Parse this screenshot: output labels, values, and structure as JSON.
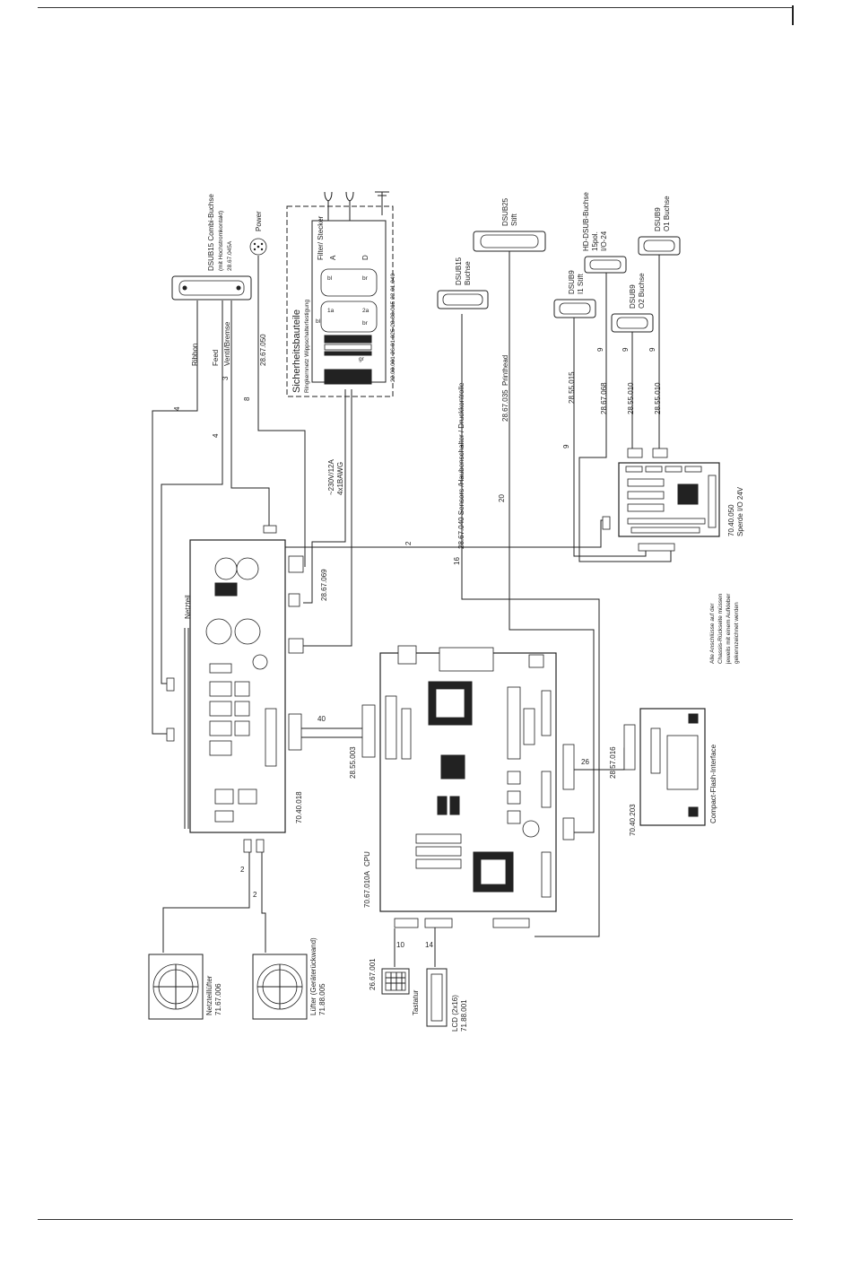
{
  "doc": {
    "type": "wiring-diagram"
  },
  "components": {
    "dsub15_combi": {
      "title": "DSUB15 Combi-Buchse",
      "sub": "(mit Hochstromkontakt)",
      "part": "28.67.045A"
    },
    "power": {
      "label": "Power"
    },
    "safety": {
      "title": "Sicherheitsbauteile",
      "sub": "Ringkernnetz Wippschalterfestigung",
      "codes": "22.08.001  26.01.025 28.88.015 23.01.040",
      "filter": "Filter/ Stecker",
      "pin_a": "A",
      "pin_d": "D",
      "bl1": "bl",
      "br1": "br",
      "bl2": "bl",
      "br2": "br",
      "gr": "gr",
      "pin_1a": "1a",
      "pin_2a": "2a"
    },
    "dsub15": {
      "title": "DSUB15",
      "sub": "Buchse"
    },
    "dsub25": {
      "title": "DSUB25",
      "sub": "Stift"
    },
    "dsub9_i1": {
      "title": "DSUB9",
      "sub": "I1  Stift"
    },
    "hd_dsub": {
      "title": "HD-DSUB-Buchse",
      "sub1": "15pol.",
      "sub2": "I/O-24"
    },
    "dsub9_o2": {
      "title": "DSUB9",
      "sub": "O2  Buchse"
    },
    "dsub9_o1": {
      "title": "DSUB9",
      "sub": "O1  Buchse"
    },
    "io_board": {
      "part": "70.40.050",
      "name": "Sperde I/O 24V"
    },
    "psu": {
      "name": "Netzteil",
      "part": "70.40.018"
    },
    "cpu": {
      "name": "CPU",
      "part": "70.67.010A"
    },
    "cf": {
      "part": "70.40.203",
      "name": "Compact-Flash-Interface"
    },
    "fan1": {
      "name": "Netzteillüfter",
      "part": "71.67.006"
    },
    "fan2": {
      "name": "Lüfter (Geräterückwand)",
      "part": "71.88.005"
    },
    "keypad": {
      "part": "26.67.001",
      "name": "Tastatur"
    },
    "lcd": {
      "name": "LCD (2x16)",
      "part": "71.88.001"
    }
  },
  "wires": {
    "ribbon": "Ribbon",
    "feed": "Feed",
    "ventil": "Ventil/Bremse",
    "w4a": "4",
    "w4b": "4",
    "w3": "3",
    "w8": "8",
    "w28_67_050": "28.67.050",
    "mains": "~230V/12A",
    "mains2": "4x1BAWG",
    "w28_67_069": "28.67.069",
    "w2": "2",
    "w16": "16",
    "sensors": "28.67.040  Sensors /Haubenschalter / Druckkontrolle",
    "w20": "20",
    "printhead_code": "28.67.035",
    "printhead": "Printhead",
    "w9a": "9",
    "w28_55_015": "28.55.015",
    "w9b": "9",
    "w28_67_068": "28.67.068",
    "w9c": "9",
    "w28_55_010a": "28.55.010",
    "w9d": "9",
    "w28_55_010b": "28.55.010",
    "w40": "40",
    "w28_55_003": "28.55.003",
    "w26": "26",
    "w28_57_016": "28.57.016",
    "wf1": "2",
    "wf2": "2",
    "wk": "10",
    "wl": "14"
  },
  "note": {
    "line1": "Alle Anschlüsse auf der",
    "line2": "Chassis-Rückseite müssen",
    "line3": "jeweils mit einem Aufkleber",
    "line4": "gekennzeichnet werden"
  }
}
